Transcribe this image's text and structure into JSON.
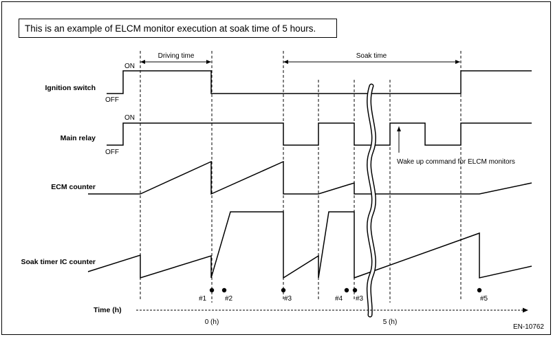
{
  "note": "This is an example of ELCM monitor execution at soak time of 5 hours.",
  "spans": {
    "driving_time": "Driving time",
    "soak_time": "Soak time"
  },
  "signals": {
    "ignition_switch": "Ignition switch",
    "main_relay": "Main relay",
    "ecm_counter": "ECM counter",
    "soak_timer": "Soak timer IC counter"
  },
  "states": {
    "ignition_on": "ON",
    "ignition_off": "OFF",
    "relay_on": "ON",
    "relay_off": "OFF"
  },
  "annotation": "Wake up command for ELCM monitors",
  "events": [
    "#1",
    "#2",
    "#3",
    "#4",
    "#3",
    "#5"
  ],
  "time_axis": {
    "label": "Time (h)",
    "zero": "0 (h)",
    "five": "5 (h)"
  },
  "figure_id": "EN-10762",
  "colors": {
    "line": "#000000",
    "background": "#ffffff"
  }
}
